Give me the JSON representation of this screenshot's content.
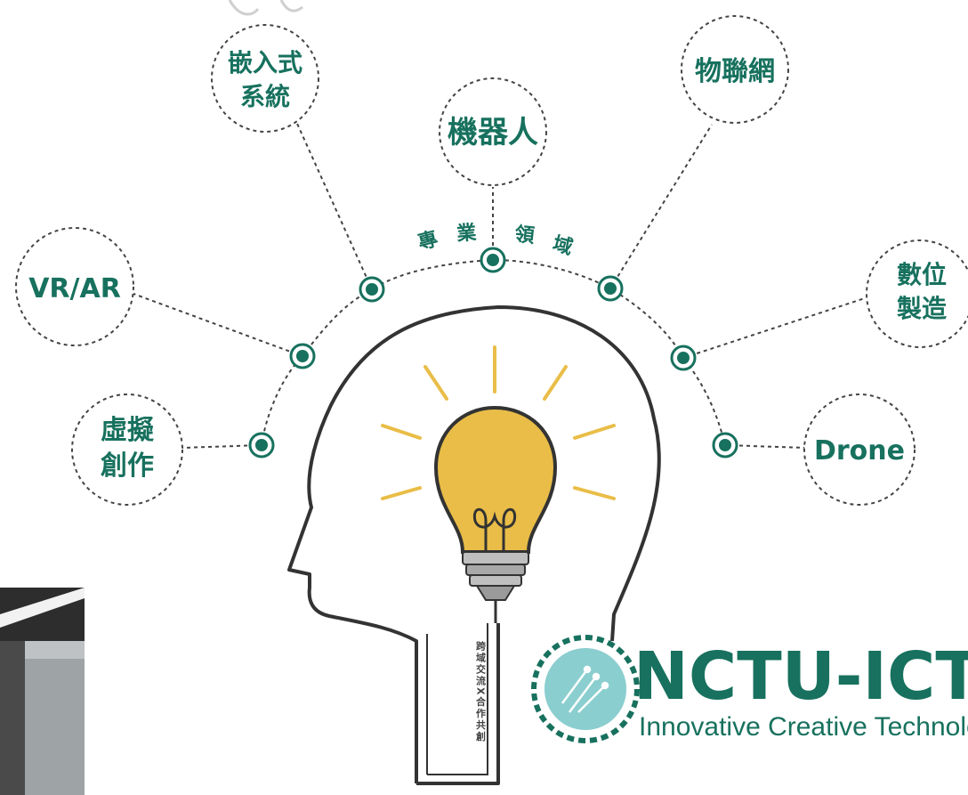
{
  "colors": {
    "accent": "#17715e",
    "bulb": "#e9bd47",
    "outline": "#333333",
    "dashed": "#444444"
  },
  "center_label": [
    "專",
    "業",
    "領",
    "域"
  ],
  "head_vertical_text": "跨域交流X合作共創",
  "nodes": [
    {
      "id": "embedded",
      "lines": [
        "嵌入式",
        "系統"
      ]
    },
    {
      "id": "robot",
      "lines": [
        "機器人"
      ]
    },
    {
      "id": "iot",
      "lines": [
        "物聯網"
      ]
    },
    {
      "id": "vrar",
      "lines": [
        "VR/AR"
      ]
    },
    {
      "id": "digital",
      "lines": [
        "數位",
        "製造"
      ]
    },
    {
      "id": "virtual",
      "lines": [
        "虛擬",
        "創作"
      ]
    },
    {
      "id": "drone",
      "lines": [
        "Drone"
      ]
    }
  ],
  "logo": {
    "title": "NCTU-ICT",
    "subtitle": "Innovative Creative Technology"
  }
}
